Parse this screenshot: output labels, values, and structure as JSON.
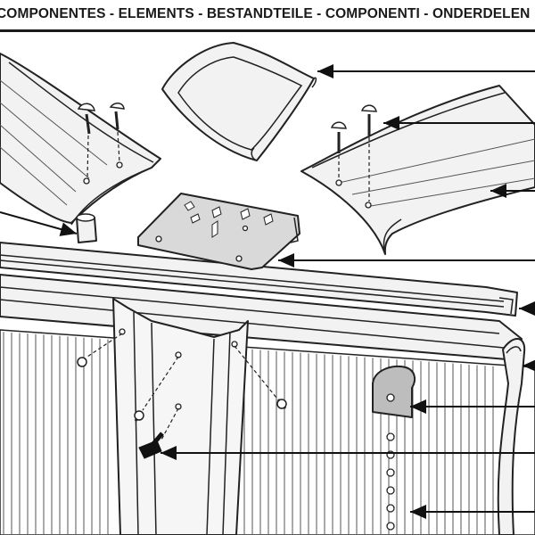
{
  "header": {
    "title": "COMPONENTES - ELEMENTS - BESTANDTEILE - COMPONENTI - ONDERDELEN"
  },
  "components": [
    {
      "name": "top-seat-cap",
      "icon": "seat-cap-icon"
    },
    {
      "name": "top-rail-right",
      "icon": "top-rail-icon"
    },
    {
      "name": "screws-right",
      "icon": "screw-icon"
    },
    {
      "name": "connector-plate",
      "icon": "connector-plate-icon"
    },
    {
      "name": "bottom-track",
      "icon": "bottom-track-icon"
    },
    {
      "name": "pool-liner",
      "icon": "liner-icon"
    },
    {
      "name": "stabilizer-bracket",
      "icon": "bracket-icon"
    },
    {
      "name": "upright-bolt",
      "icon": "bolt-icon"
    },
    {
      "name": "upright-holes",
      "icon": "upright-icon"
    },
    {
      "name": "spacer-plug",
      "icon": "spacer-icon"
    }
  ],
  "colors": {
    "line": "#222222",
    "panel_fill": "#f2f2f2",
    "part_fill": "#d9d9d9",
    "bolt_fill": "#111111",
    "background": "#ffffff"
  }
}
